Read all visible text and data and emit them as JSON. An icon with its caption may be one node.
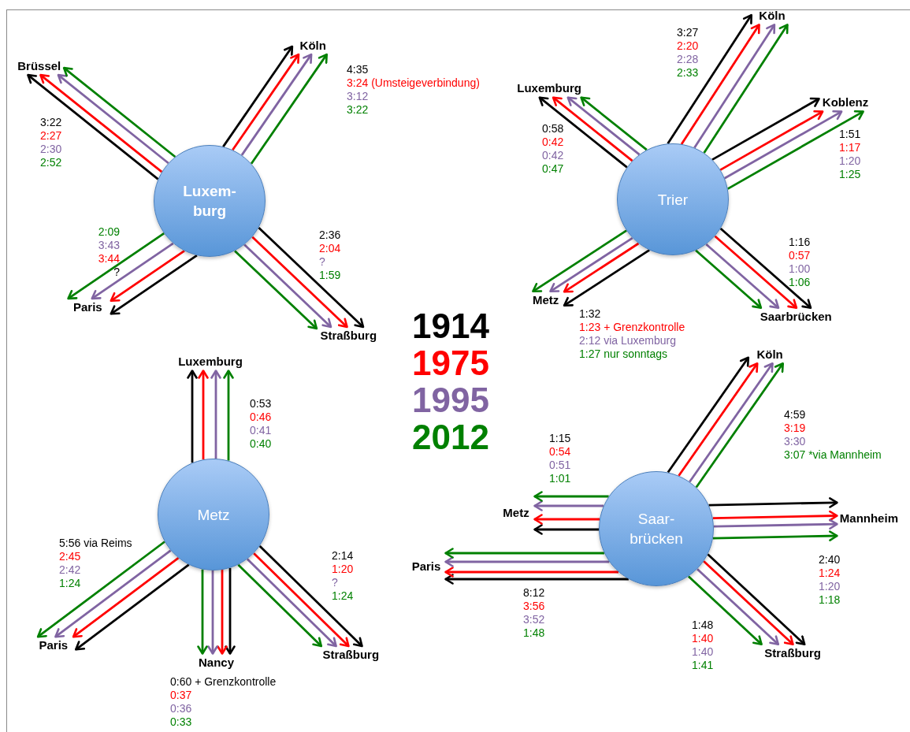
{
  "diagram": {
    "nodes": [
      {
        "text": [
          "Luxem- burg"
        ]
      },
      {
        "text": [
          "Brüssel"
        ],
        "beside": [
          "3:22",
          "2:27",
          "2:30",
          "2:52"
        ]
      },
      {
        "text": [
          "Köln"
        ],
        "beside": [
          "4:35",
          "3:24 (Umsteigeverbindung)",
          "3:12",
          "3:22"
        ]
      },
      {
        "text": [
          "Paris"
        ],
        "beside": [
          "2:09",
          "3:43",
          "3:44",
          "?"
        ]
      },
      {
        "text": [
          "Straßburg"
        ],
        "beside": [
          "2:36",
          "2:04",
          "?",
          "1:59"
        ]
      },
      {
        "text": [
          "Trier"
        ]
      },
      {
        "text": [
          "Luxemburg"
        ],
        "beside": [
          "0:58",
          "0:42",
          "0:42",
          "0:47"
        ]
      },
      {
        "text": [
          "Köln"
        ],
        "beside": [
          "3:27",
          "2:20",
          "2:28",
          "2:33"
        ]
      },
      {
        "text": [
          "Koblenz"
        ],
        "beside": [
          "1:51",
          "1:17",
          "1:20",
          "1:25"
        ]
      },
      {
        "text": [
          "Metz"
        ],
        "beside": [
          "1:32",
          "1:23 + Grenzkontrolle",
          "2:12 via Luxemburg",
          "1:27 nur sonntags"
        ]
      },
      {
        "text": [
          "Saarbrücken"
        ],
        "beside": [
          "1:16",
          "0:57",
          "1:00",
          "1:06"
        ]
      },
      {
        "text": [
          "Metz"
        ]
      },
      {
        "text": [
          "Luxemburg"
        ],
        "beside": [
          "0:53",
          "0:46",
          "0:41",
          "0:40"
        ]
      },
      {
        "text": [
          "Paris"
        ],
        "beside": [
          "5:56 via Reims",
          "2:45",
          "2:42",
          "1:24"
        ]
      },
      {
        "text": [
          "Nancy"
        ],
        "beside": [
          "0:60 + Grenzkontrolle",
          "0:37",
          "0:36",
          "0:33"
        ]
      },
      {
        "text": [
          "Straßburg"
        ],
        "beside": [
          "2:14",
          "1:20",
          "?",
          "1:24"
        ]
      },
      {
        "text": [
          "Saar- brücken"
        ]
      },
      {
        "text": [
          "Köln"
        ],
        "beside": [
          "4:59",
          "3:19",
          "3:30",
          "3:07 *via Mannheim"
        ]
      },
      {
        "text": [
          "Metz"
        ],
        "beside": [
          "1:15",
          "0:54",
          "0:51",
          "1:01"
        ]
      },
      {
        "text": [
          "Mannheim"
        ],
        "beside": [
          "2:40",
          "1:24",
          "1:20",
          "1:18"
        ]
      },
      {
        "text": [
          "Paris"
        ],
        "beside": [
          "8:12",
          "3:56",
          "3:52",
          "1:48"
        ]
      },
      {
        "text": [
          "Straßburg"
        ],
        "beside": [
          "1:48",
          "1:40",
          "1:40",
          "1:41"
        ]
      }
    ],
    "edges": [
      {
        "from": 0,
        "to": 1,
        "arrow": "to",
        "color": "#000000"
      },
      {
        "from": 0,
        "to": 1,
        "arrow": "to",
        "color": "#ff0000"
      },
      {
        "from": 0,
        "to": 1,
        "arrow": "to",
        "color": "#8064a2"
      },
      {
        "from": 0,
        "to": 1,
        "arrow": "to",
        "color": "#008000"
      },
      {
        "from": 0,
        "to": 2,
        "arrow": "to",
        "color": "#000000"
      },
      {
        "from": 0,
        "to": 2,
        "arrow": "to",
        "color": "#ff0000"
      },
      {
        "from": 0,
        "to": 2,
        "arrow": "to",
        "color": "#8064a2"
      },
      {
        "from": 0,
        "to": 2,
        "arrow": "to",
        "color": "#008000"
      },
      {
        "from": 0,
        "to": 3,
        "arrow": "to",
        "color": "#000000"
      },
      {
        "from": 0,
        "to": 3,
        "arrow": "to",
        "color": "#ff0000"
      },
      {
        "from": 0,
        "to": 3,
        "arrow": "to",
        "color": "#8064a2"
      },
      {
        "from": 0,
        "to": 3,
        "arrow": "to",
        "color": "#008000"
      },
      {
        "from": 0,
        "to": 4,
        "arrow": "to",
        "color": "#000000"
      },
      {
        "from": 0,
        "to": 4,
        "arrow": "to",
        "color": "#ff0000"
      },
      {
        "from": 0,
        "to": 4,
        "arrow": "to",
        "color": "#8064a2"
      },
      {
        "from": 0,
        "to": 4,
        "arrow": "to",
        "color": "#008000"
      },
      {
        "from": 5,
        "to": 6,
        "arrow": "to",
        "color": "#000000"
      },
      {
        "from": 5,
        "to": 6,
        "arrow": "to",
        "color": "#ff0000"
      },
      {
        "from": 5,
        "to": 6,
        "arrow": "to",
        "color": "#8064a2"
      },
      {
        "from": 5,
        "to": 6,
        "arrow": "to",
        "color": "#008000"
      },
      {
        "from": 5,
        "to": 7,
        "arrow": "to",
        "color": "#000000"
      },
      {
        "from": 5,
        "to": 7,
        "arrow": "to",
        "color": "#ff0000"
      },
      {
        "from": 5,
        "to": 7,
        "arrow": "to",
        "color": "#8064a2"
      },
      {
        "from": 5,
        "to": 7,
        "arrow": "to",
        "color": "#008000"
      },
      {
        "from": 5,
        "to": 8,
        "arrow": "to",
        "color": "#000000"
      },
      {
        "from": 5,
        "to": 8,
        "arrow": "to",
        "color": "#ff0000"
      },
      {
        "from": 5,
        "to": 8,
        "arrow": "to",
        "color": "#8064a2"
      },
      {
        "from": 5,
        "to": 8,
        "arrow": "to",
        "color": "#008000"
      },
      {
        "from": 5,
        "to": 9,
        "arrow": "to",
        "color": "#000000"
      },
      {
        "from": 5,
        "to": 9,
        "arrow": "to",
        "color": "#ff0000"
      },
      {
        "from": 5,
        "to": 9,
        "arrow": "to",
        "color": "#8064a2"
      },
      {
        "from": 5,
        "to": 9,
        "arrow": "to",
        "color": "#008000"
      },
      {
        "from": 5,
        "to": 10,
        "arrow": "to",
        "color": "#000000"
      },
      {
        "from": 5,
        "to": 10,
        "arrow": "to",
        "color": "#ff0000"
      },
      {
        "from": 5,
        "to": 10,
        "arrow": "to",
        "color": "#8064a2"
      },
      {
        "from": 5,
        "to": 10,
        "arrow": "to",
        "color": "#008000"
      },
      {
        "from": 11,
        "to": 12,
        "arrow": "to",
        "color": "#000000"
      },
      {
        "from": 11,
        "to": 12,
        "arrow": "to",
        "color": "#ff0000"
      },
      {
        "from": 11,
        "to": 12,
        "arrow": "to",
        "color": "#8064a2"
      },
      {
        "from": 11,
        "to": 12,
        "arrow": "to",
        "color": "#008000"
      },
      {
        "from": 11,
        "to": 13,
        "arrow": "to",
        "color": "#000000"
      },
      {
        "from": 11,
        "to": 13,
        "arrow": "to",
        "color": "#ff0000"
      },
      {
        "from": 11,
        "to": 13,
        "arrow": "to",
        "color": "#8064a2"
      },
      {
        "from": 11,
        "to": 13,
        "arrow": "to",
        "color": "#008000"
      },
      {
        "from": 11,
        "to": 14,
        "arrow": "to",
        "color": "#000000"
      },
      {
        "from": 11,
        "to": 14,
        "arrow": "to",
        "color": "#ff0000"
      },
      {
        "from": 11,
        "to": 14,
        "arrow": "to",
        "color": "#8064a2"
      },
      {
        "from": 11,
        "to": 14,
        "arrow": "to",
        "color": "#008000"
      },
      {
        "from": 11,
        "to": 15,
        "arrow": "to",
        "color": "#000000"
      },
      {
        "from": 11,
        "to": 15,
        "arrow": "to",
        "color": "#ff0000"
      },
      {
        "from": 11,
        "to": 15,
        "arrow": "to",
        "color": "#8064a2"
      },
      {
        "from": 11,
        "to": 15,
        "arrow": "to",
        "color": "#008000"
      },
      {
        "from": 16,
        "to": 17,
        "arrow": "to",
        "color": "#000000"
      },
      {
        "from": 16,
        "to": 17,
        "arrow": "to",
        "color": "#ff0000"
      },
      {
        "from": 16,
        "to": 17,
        "arrow": "to",
        "color": "#8064a2"
      },
      {
        "from": 16,
        "to": 17,
        "arrow": "to",
        "color": "#008000"
      },
      {
        "from": 16,
        "to": 18,
        "arrow": "to",
        "color": "#000000"
      },
      {
        "from": 16,
        "to": 18,
        "arrow": "to",
        "color": "#ff0000"
      },
      {
        "from": 16,
        "to": 18,
        "arrow": "to",
        "color": "#8064a2"
      },
      {
        "from": 16,
        "to": 18,
        "arrow": "to",
        "color": "#008000"
      },
      {
        "from": 16,
        "to": 19,
        "arrow": "to",
        "color": "#000000"
      },
      {
        "from": 16,
        "to": 19,
        "arrow": "to",
        "color": "#ff0000"
      },
      {
        "from": 16,
        "to": 19,
        "arrow": "to",
        "color": "#8064a2"
      },
      {
        "from": 16,
        "to": 19,
        "arrow": "to",
        "color": "#008000"
      },
      {
        "from": 16,
        "to": 20,
        "arrow": "to",
        "color": "#000000"
      },
      {
        "from": 16,
        "to": 20,
        "arrow": "to",
        "color": "#ff0000"
      },
      {
        "from": 16,
        "to": 20,
        "arrow": "to",
        "color": "#8064a2"
      },
      {
        "from": 16,
        "to": 20,
        "arrow": "to",
        "color": "#008000"
      },
      {
        "from": 16,
        "to": 21,
        "arrow": "to",
        "color": "#000000"
      },
      {
        "from": 16,
        "to": 21,
        "arrow": "to",
        "color": "#ff0000"
      },
      {
        "from": 16,
        "to": 21,
        "arrow": "to",
        "color": "#8064a2"
      },
      {
        "from": 16,
        "to": 21,
        "arrow": "to",
        "color": "#008000"
      }
    ],
    "legend": [
      {
        "text": "1914",
        "color": "#000000"
      },
      {
        "text": "1975",
        "color": "#ff0000"
      },
      {
        "text": "1995",
        "color": "#8064a2"
      },
      {
        "text": "2012",
        "color": "#008000"
      }
    ]
  }
}
